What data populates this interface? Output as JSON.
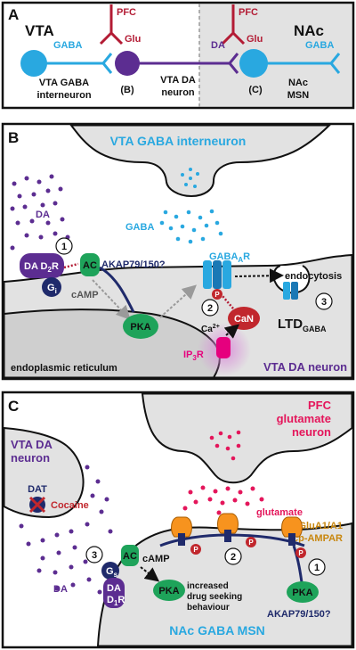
{
  "colors": {
    "gaba": "#29a8e0",
    "dopamine": "#5c2d91",
    "glutamate": "#b31b34",
    "camp_pka": "#1ea35a",
    "dark_blue": "#1f2a6b",
    "gray_fill": "#e2e2e2",
    "pink": "#e6007e",
    "caN": "#c1272d",
    "orange": "#f7931e",
    "ampar_text": "#c8860d",
    "pfc_text": "#e4165b"
  },
  "panel_a": {
    "letter": "A",
    "left_title": "VTA",
    "right_title": "NAc",
    "pfc_left": "PFC",
    "pfc_right": "PFC",
    "glu_left": "Glu",
    "glu_right": "Glu",
    "gaba_left": "GABA",
    "gaba_right": "GABA",
    "da": "DA",
    "gaba_neuron_line1": "VTA GABA",
    "gaba_neuron_line2": "interneuron",
    "da_neuron_line1": "VTA DA",
    "da_neuron_line2": "neuron",
    "msn_line1": "NAc",
    "msn_line2": "MSN",
    "tag_b": "(B)",
    "tag_c": "(C)"
  },
  "panel_b": {
    "letter": "B",
    "title": "VTA GABA interneuron",
    "gaba": "GABA",
    "gabaar_main": "GABA",
    "gabaar_sub": "A",
    "gabaar_r": "R",
    "da": "DA",
    "d2r_main": "DA D",
    "d2r_sub": "2",
    "d2r_r": "R",
    "gi_main": "G",
    "gi_sub": "i",
    "ac": "AC",
    "akap": "AKAP79/150?",
    "camp": "cAMP",
    "pka": "PKA",
    "can": "CaN",
    "ca_main": "Ca",
    "ca_sup": "2+",
    "ip3r_main": "IP",
    "ip3r_sub": "3",
    "ip3r_r": "R",
    "endocytosis": "endocytosis",
    "ltd_main": "LTD",
    "ltd_sub": "GABA",
    "er": "endoplasmic reticulum",
    "neuron": "VTA DA neuron",
    "p": "P",
    "step1": "1",
    "step2": "2",
    "step3": "3"
  },
  "panel_c": {
    "letter": "C",
    "pfc_line1": "PFC",
    "pfc_line2": "glutamate",
    "pfc_line3": "neuron",
    "da_neuron_line1": "VTA DA",
    "da_neuron_line2": "neuron",
    "dat": "DAT",
    "cocaine": "Cocaine",
    "glutamate": "glutamate",
    "ampar_line1": "GluA1/A1",
    "ampar_line2": "cp-AMPAR",
    "da": "DA",
    "gs_main": "G",
    "gs_sub": "s",
    "ac": "AC",
    "camp": "cAMP",
    "pka_left": "PKA",
    "pka_right": "PKA",
    "d1r_line1": "DA",
    "d1r_main": "D",
    "d1r_sub": "1",
    "d1r_r": "R",
    "behaviour_line1": "increased",
    "behaviour_line2": "drug seeking",
    "behaviour_line3": "behaviour",
    "akap": "AKAP79/150?",
    "msn": "NAc GABA MSN",
    "p": "P",
    "step1": "1",
    "step2": "2",
    "step3": "3"
  }
}
